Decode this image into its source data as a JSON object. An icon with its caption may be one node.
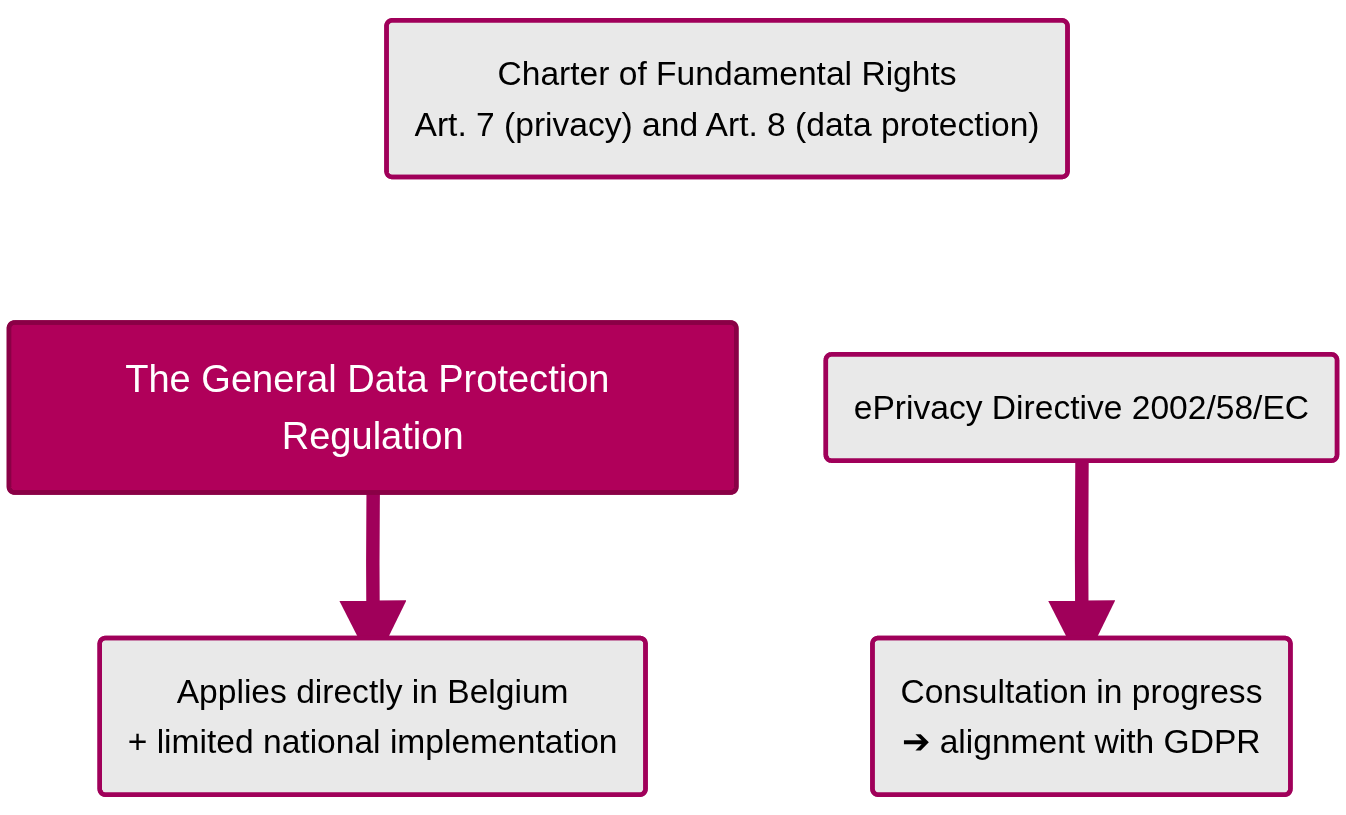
{
  "diagram": {
    "nodes": [
      {
        "text": [
          "Charter of Fundamental Rights",
          "Art. 7 (privacy) and Art. 8 (data protection)"
        ]
      },
      {
        "text": [
          "The General Data Protection Regulation"
        ]
      },
      {
        "text": [
          "ePrivacy Directive 2002/58/EC"
        ]
      },
      {
        "text": [
          "Applies directly in Belgium",
          "+ limited national implementation"
        ]
      },
      {
        "text": [
          "Consultation in progress",
          "➔ alignment with GDPR"
        ]
      }
    ],
    "edges": [
      {
        "from": 1,
        "to": 3,
        "arrow": "to"
      },
      {
        "from": 2,
        "to": 4,
        "arrow": "to"
      }
    ]
  }
}
